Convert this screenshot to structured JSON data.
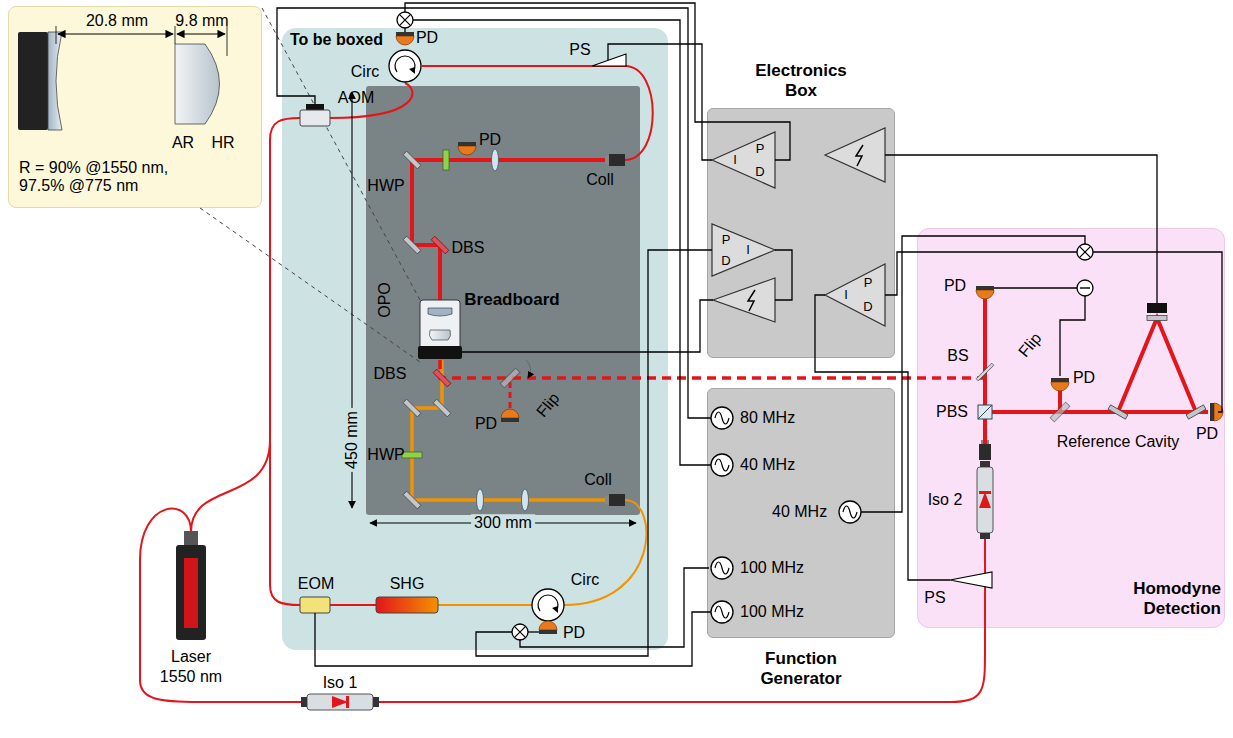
{
  "diagram": {
    "nodes": [
      {
        "text": [
          "20.8 mm",
          "9.8 mm",
          "AR",
          "HR",
          "R = 90% @1550 nm, 97.5% @775 nm"
        ]
      },
      {
        "text": [
          "To be boxed"
        ]
      },
      {
        "text": [
          "Breadboard"
        ],
        "in": 1
      },
      {
        "text": [
          "Electronics Box"
        ]
      },
      {
        "text": [
          "Function Generator"
        ]
      },
      {
        "text": [
          "Homodyne Detection"
        ]
      }
    ],
    "labels": [
      "AOM",
      "PD",
      "Circ",
      "PS",
      "HWP",
      "PD",
      "Coll",
      "DBS",
      "OPO",
      "DBS",
      "Flip",
      "PD",
      "HWP",
      "450 mm",
      "300 mm",
      "Coll",
      "EOM",
      "SHG",
      "Circ",
      "PD",
      "Laser",
      "1550 nm",
      "Iso 1",
      "I",
      "P",
      "D",
      "P",
      "D",
      "I",
      "I",
      "P",
      "D",
      "80 MHz",
      "40 MHz",
      "40 MHz",
      "100 MHz",
      "100 MHz",
      "PD",
      "BS",
      "Flip",
      "PD",
      "PBS",
      "Reference Cavity",
      "PD",
      "Iso 2",
      "PS"
    ]
  }
}
